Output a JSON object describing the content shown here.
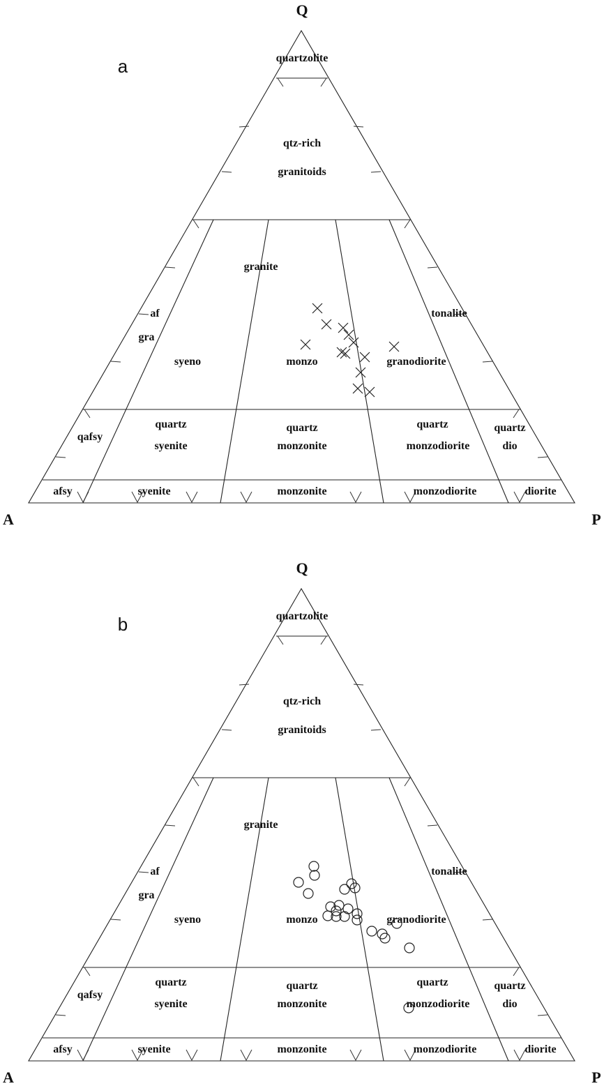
{
  "diagram": {
    "panels": [
      {
        "panel_label": "a",
        "apex_labels": {
          "top": "Q",
          "left": "A",
          "right": "P"
        },
        "field_labels": [
          "quartzolite",
          "qtz-rich",
          "granitoids",
          "granite",
          "af",
          "gra",
          "syeno",
          "monzo",
          "granodiorite",
          "tonalite",
          "qafsy",
          "quartz",
          "syenite",
          "quartz",
          "monzonite",
          "quartz",
          "monzodiorite",
          "quartz",
          "dio",
          "afsy",
          "syenite",
          "monzonite",
          "monzodiorite",
          "diorite"
        ],
        "symbol": "cross"
      },
      {
        "panel_label": "b",
        "apex_labels": {
          "top": "Q",
          "left": "A",
          "right": "P"
        },
        "field_labels": [
          "quartzolite",
          "qtz-rich",
          "granitoids",
          "granite",
          "af",
          "gra",
          "syeno",
          "monzo",
          "granodiorite",
          "tonalite",
          "qafsy",
          "quartz",
          "syenite",
          "quartz",
          "monzonite",
          "quartz",
          "monzodiorite",
          "quartz",
          "dio",
          "afsy",
          "syenite",
          "monzonite",
          "monzodiorite",
          "diorite"
        ],
        "symbol": "circle"
      }
    ]
  }
}
